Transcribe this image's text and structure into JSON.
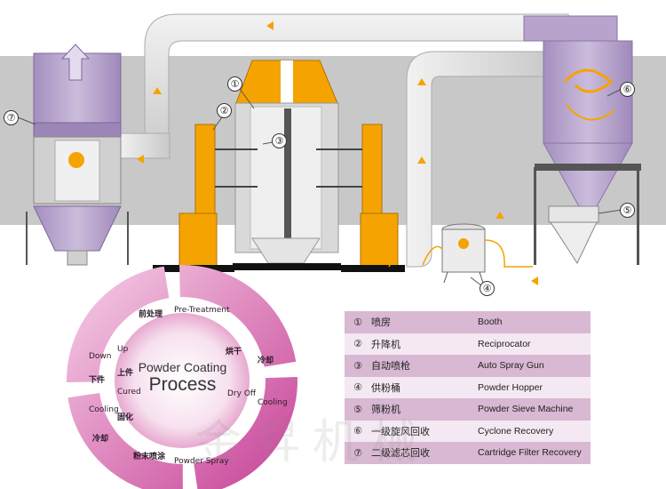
{
  "callouts": [
    "①",
    "②",
    "③",
    "④",
    "⑤",
    "⑥",
    "⑦"
  ],
  "legend": [
    {
      "num": "①",
      "zh": "喷房",
      "en": "Booth"
    },
    {
      "num": "②",
      "zh": "升降机",
      "en": "Reciprocator"
    },
    {
      "num": "③",
      "zh": "自动喷枪",
      "en": "Auto Spray Gun"
    },
    {
      "num": "④",
      "zh": "供粉桶",
      "en": "Powder Hopper"
    },
    {
      "num": "⑤",
      "zh": "筛粉机",
      "en": "Powder Sieve Machine"
    },
    {
      "num": "⑥",
      "zh": "一级旋风回收",
      "en": "Cyclone Recovery"
    },
    {
      "num": "⑦",
      "zh": "二级滤芯回收",
      "en": "Cartridge Filter Recovery"
    }
  ],
  "process": {
    "title_line1": "Powder Coating",
    "title_line2": "Process",
    "steps": [
      {
        "zh": "前处理",
        "en": "Pre-Treatment"
      },
      {
        "zh": "烘干",
        "en": "Dry Off"
      },
      {
        "zh": "冷却",
        "en": "Cooling"
      },
      {
        "zh": "粉末喷涂",
        "en": "Powder Spray"
      },
      {
        "zh": "冷却",
        "en": "Cooling"
      },
      {
        "zh": "固化",
        "en": "Cured"
      },
      {
        "zh": "上件",
        "en": "Up"
      },
      {
        "zh": "下件",
        "en": "Down"
      }
    ]
  },
  "watermark": "金昇机械",
  "colors": {
    "band": "#c8c8c8",
    "duct": "#e0e0e0",
    "purple": "#b7a3cc",
    "orange": "#f5a300",
    "pink": "#d56aa8",
    "legend_dark": "#d8b8d2",
    "legend_light": "#f4e8f2"
  }
}
